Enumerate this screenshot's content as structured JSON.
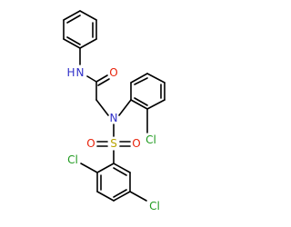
{
  "labels": {
    "amide_n": "N",
    "amide_h": "H",
    "carbonyl_o": "O",
    "sulfonamide_n": "N",
    "sulfur": "S",
    "sulfonyl_o1": "O",
    "sulfonyl_o2": "O",
    "cl_ortho_aniline": "Cl",
    "cl_ring_2": "Cl",
    "cl_ring_5": "Cl"
  },
  "colors": {
    "carbon_bond": "#000000",
    "nitrogen": "#2f2fc8",
    "oxygen": "#e8230b",
    "sulfur": "#b8a400",
    "chlorine": "#1f9a1f"
  }
}
